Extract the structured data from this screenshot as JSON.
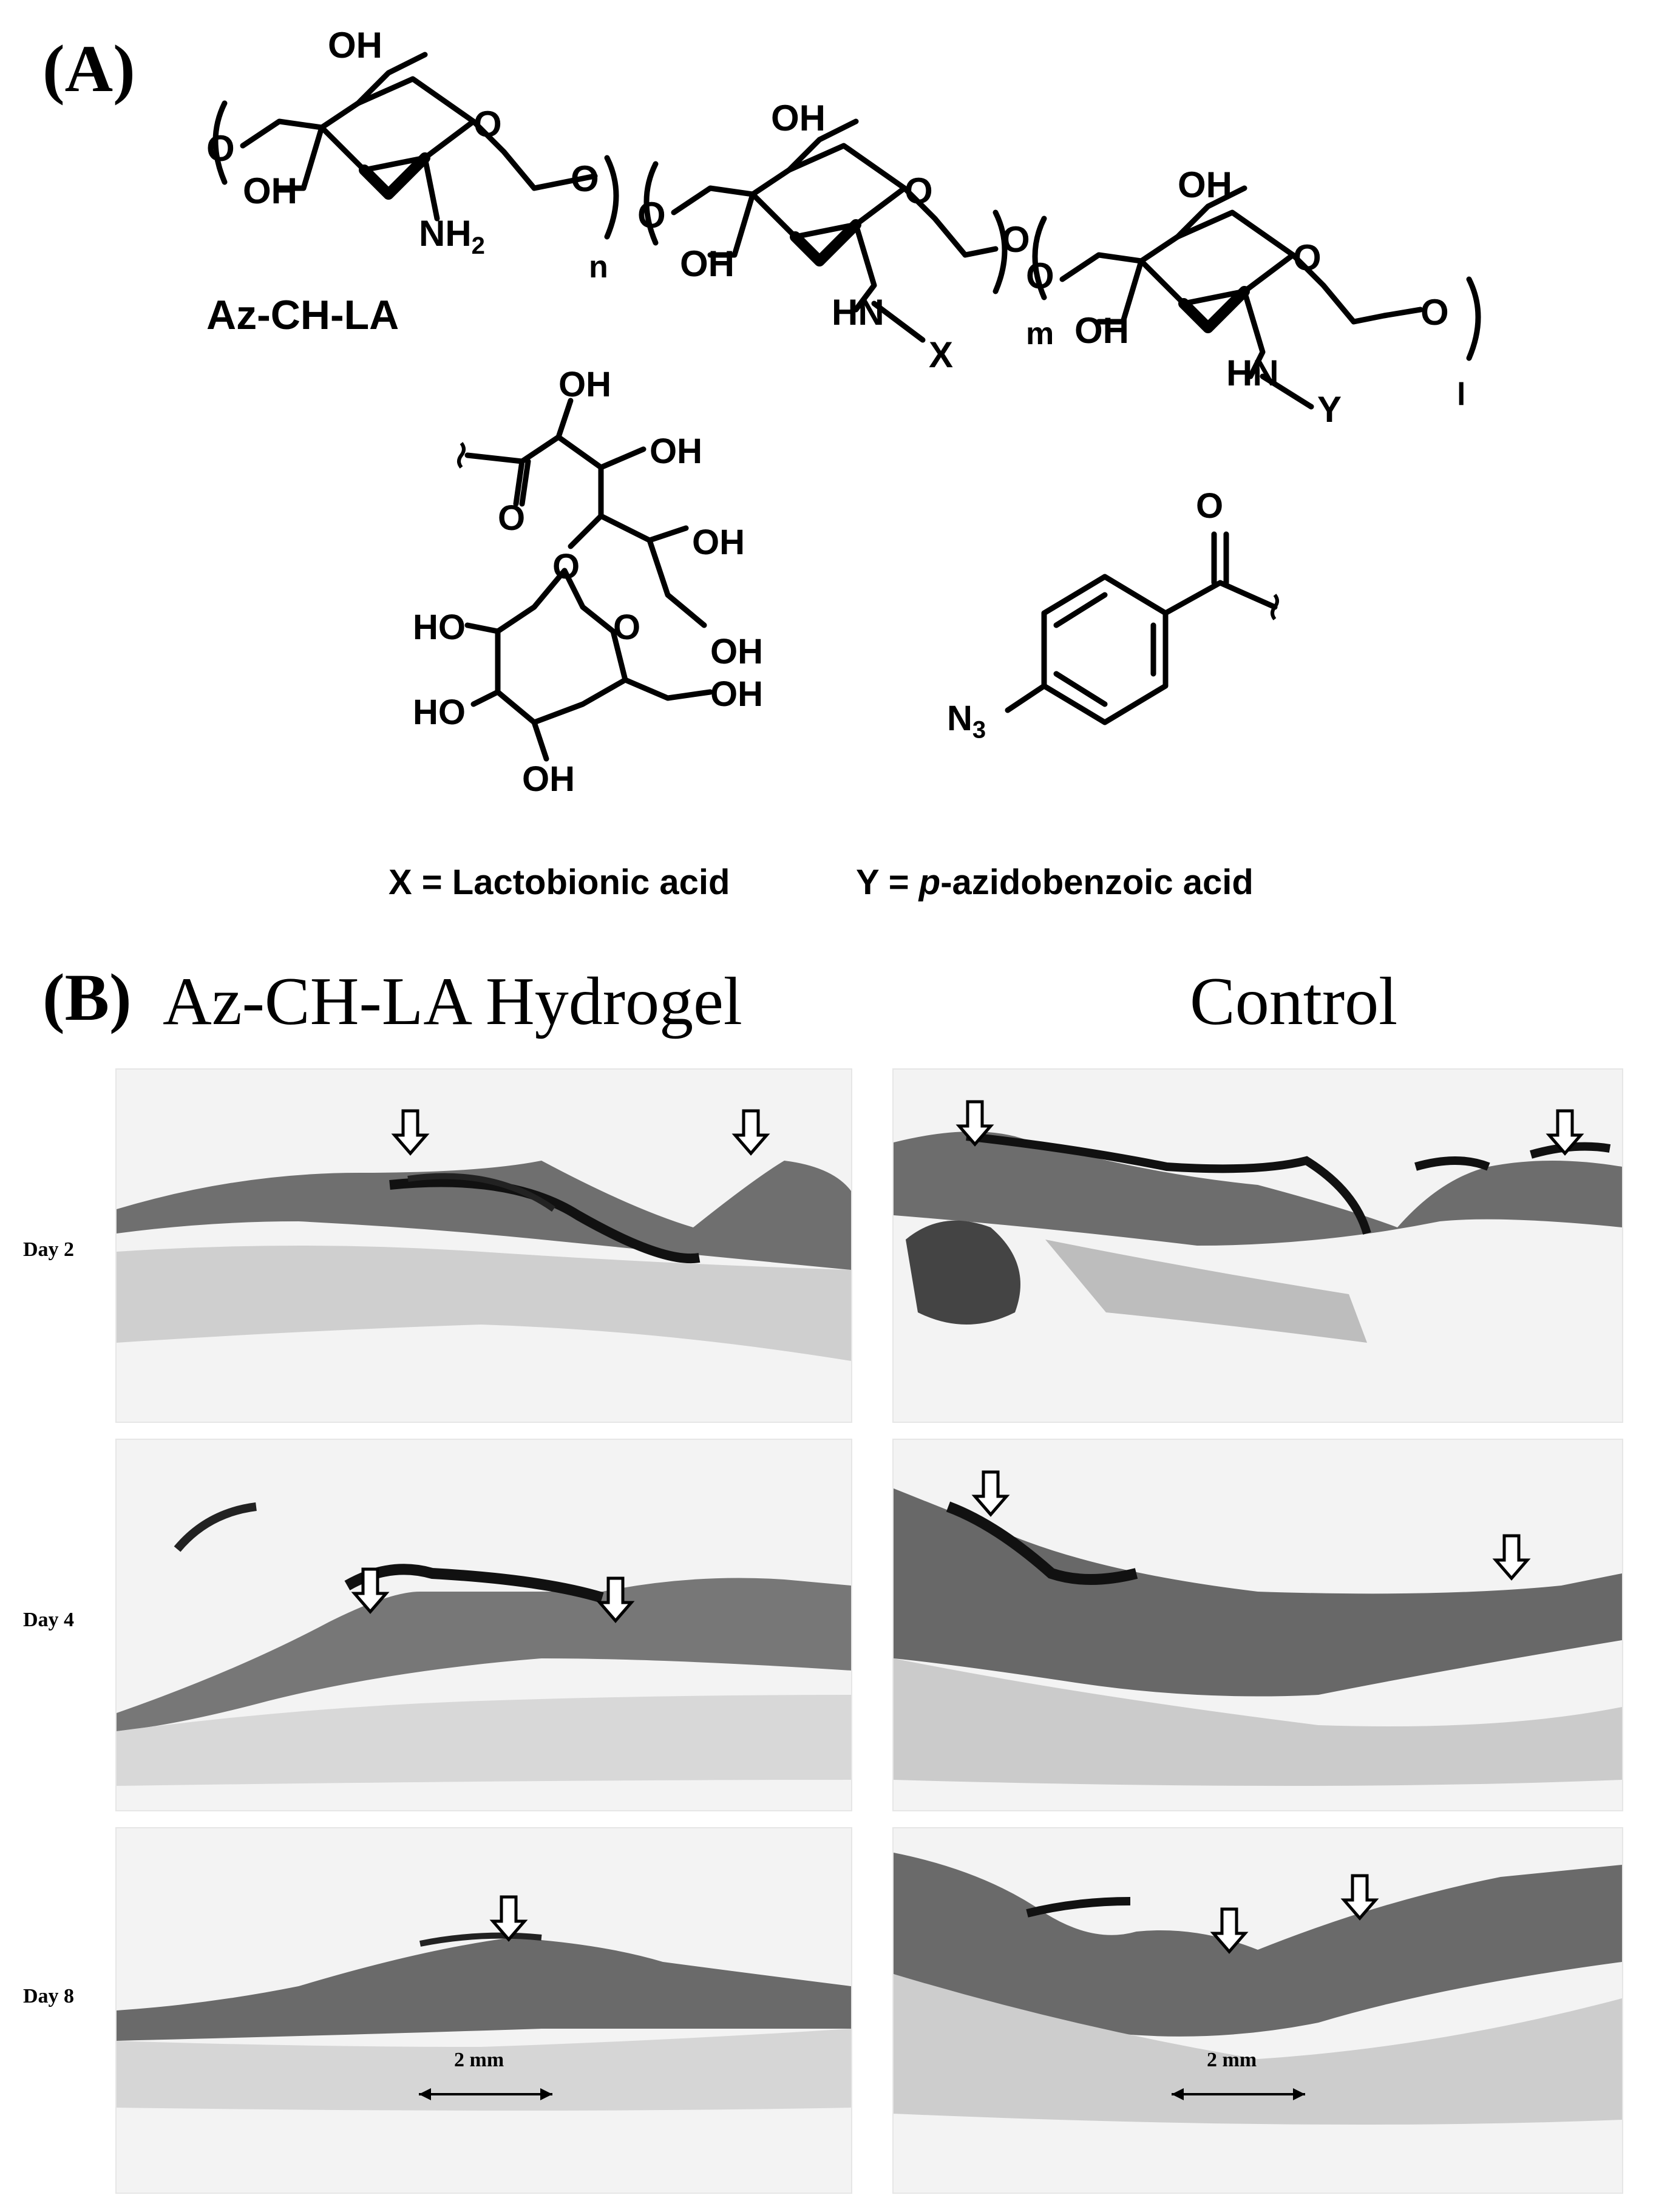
{
  "panel_a": {
    "label": "(A)",
    "polymer_name": "Az-CH-LA",
    "atoms": {
      "OH": "OH",
      "O": "O",
      "NH2": "NH",
      "NH2_sub": "2",
      "HN": "HN",
      "HO": "HO",
      "N3": "N",
      "N3_sub": "3"
    },
    "subscripts": {
      "n": "n",
      "m": "m",
      "l": "l"
    },
    "substituents": {
      "X": "X",
      "Y": "Y"
    },
    "legend": {
      "x_text": "X = Lactobionic acid",
      "y_prefix": "Y = ",
      "y_italic": "p",
      "y_suffix": "-azidobenzoic acid"
    }
  },
  "panel_b": {
    "label": "(B)",
    "left_title": "Az-CH-LA Hydrogel",
    "right_title": "Control",
    "rows": [
      {
        "day": "Day 2"
      },
      {
        "day": "Day 4"
      },
      {
        "day": "Day 8"
      }
    ],
    "scale_bar": "2 mm"
  }
}
